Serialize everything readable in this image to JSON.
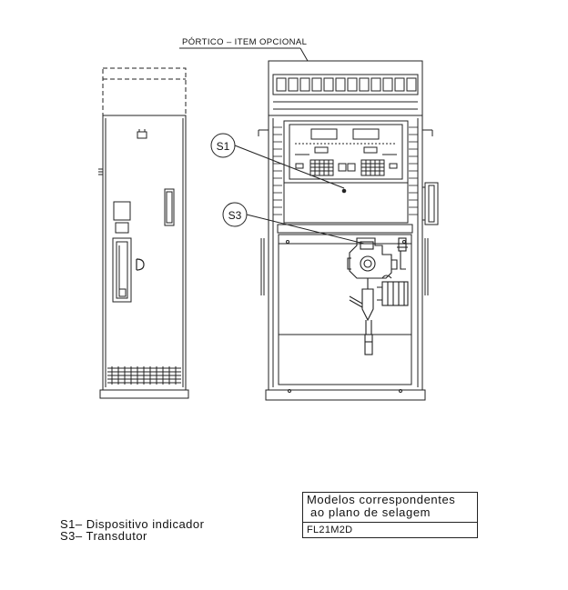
{
  "drawing": {
    "portico_label": "PÓRTICO – ITEM OPCIONAL",
    "callout_s1": "S1",
    "callout_s3": "S3"
  },
  "legend": {
    "s1": "S1– Dispositivo indicador",
    "s3": "S3– Transdutor"
  },
  "models_table": {
    "header_line1": "Modelos correspondentes",
    "header_line2": "ao plano de selagem",
    "model": "FL21M2D"
  }
}
